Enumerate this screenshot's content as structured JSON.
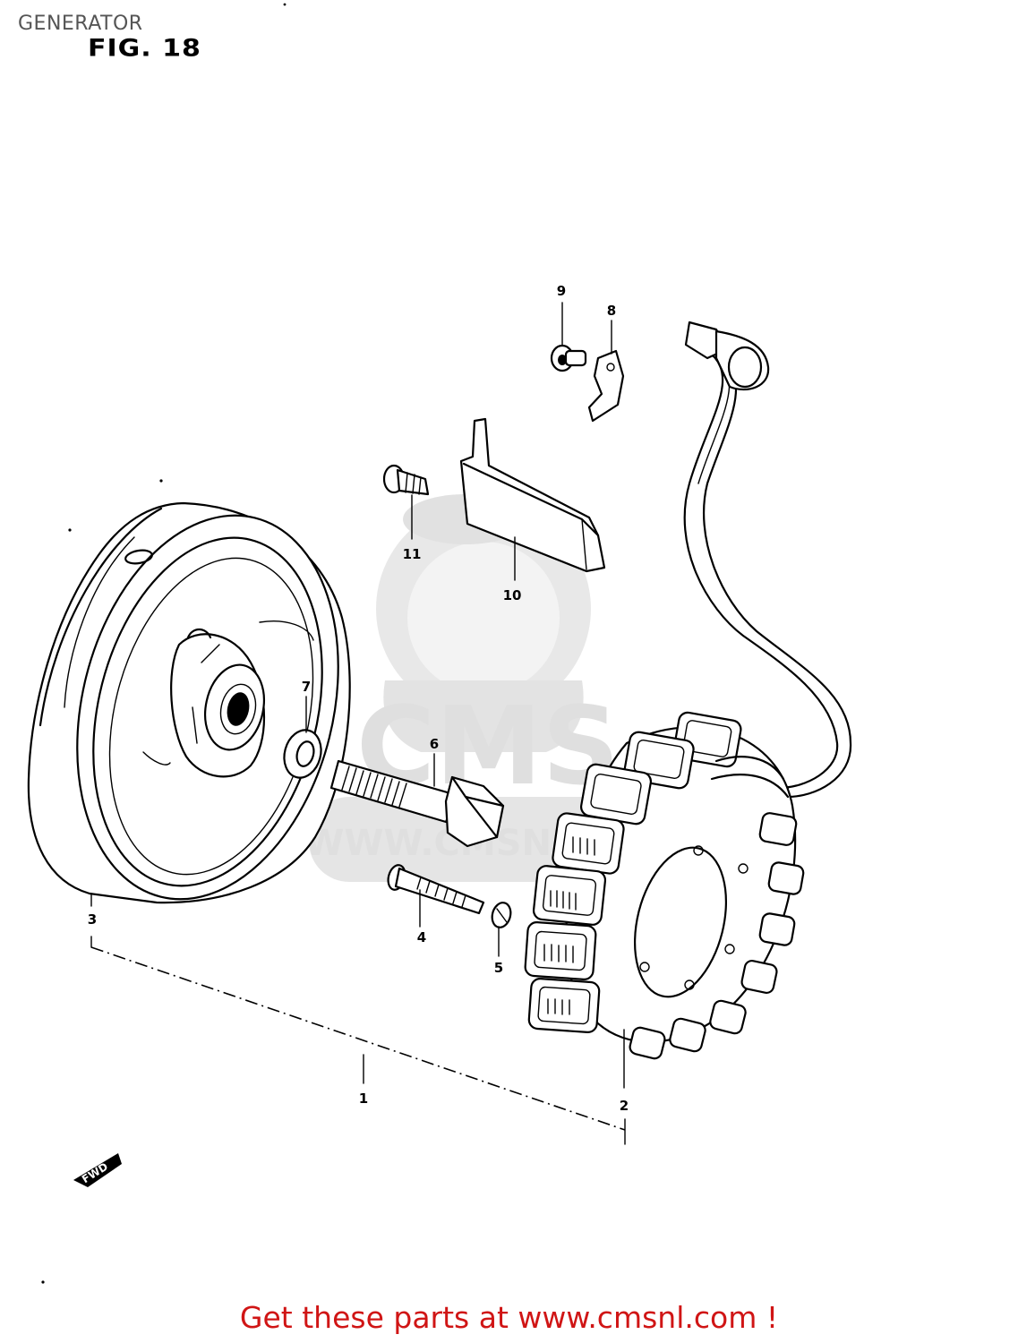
{
  "header": {
    "title": "GENERATOR",
    "figure_label": "FIG. 18"
  },
  "watermark": {
    "brand": "CMS",
    "url": "WWW.CMSNL.COM"
  },
  "parts": [
    {
      "number": "1"
    },
    {
      "number": "2"
    },
    {
      "number": "3"
    },
    {
      "number": "4"
    },
    {
      "number": "5"
    },
    {
      "number": "6"
    },
    {
      "number": "7"
    },
    {
      "number": "8"
    },
    {
      "number": "9"
    },
    {
      "number": "10"
    },
    {
      "number": "11"
    }
  ],
  "direction_marker": "FWD",
  "footer": {
    "cta_text": "Get these parts at www.cmsnl.com !"
  }
}
